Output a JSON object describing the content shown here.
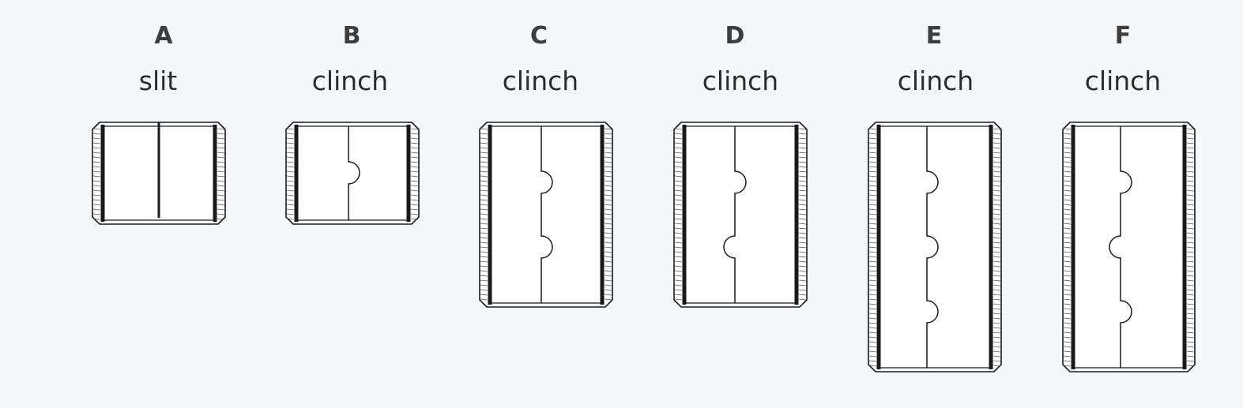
{
  "items": [
    {
      "letter": "A",
      "type": "slit",
      "seam": "slit",
      "tabs": []
    },
    {
      "letter": "B",
      "type": "clinch",
      "seam": "clinch",
      "tabs": [
        {
          "side": "right"
        }
      ]
    },
    {
      "letter": "C",
      "type": "clinch",
      "seam": "clinch",
      "tabs": [
        {
          "side": "right"
        },
        {
          "side": "right"
        }
      ]
    },
    {
      "letter": "D",
      "type": "clinch",
      "seam": "clinch",
      "tabs": [
        {
          "side": "right"
        },
        {
          "side": "left"
        }
      ]
    },
    {
      "letter": "E",
      "type": "clinch",
      "seam": "clinch",
      "tabs": [
        {
          "side": "right"
        },
        {
          "side": "right"
        },
        {
          "side": "right"
        }
      ]
    },
    {
      "letter": "F",
      "type": "clinch",
      "seam": "clinch",
      "tabs": [
        {
          "side": "right"
        },
        {
          "side": "left"
        },
        {
          "side": "right"
        }
      ]
    }
  ],
  "colors": {
    "background": "#f4f8fb",
    "stroke": "#1a1a1a",
    "heading": "#3d3d3d"
  }
}
